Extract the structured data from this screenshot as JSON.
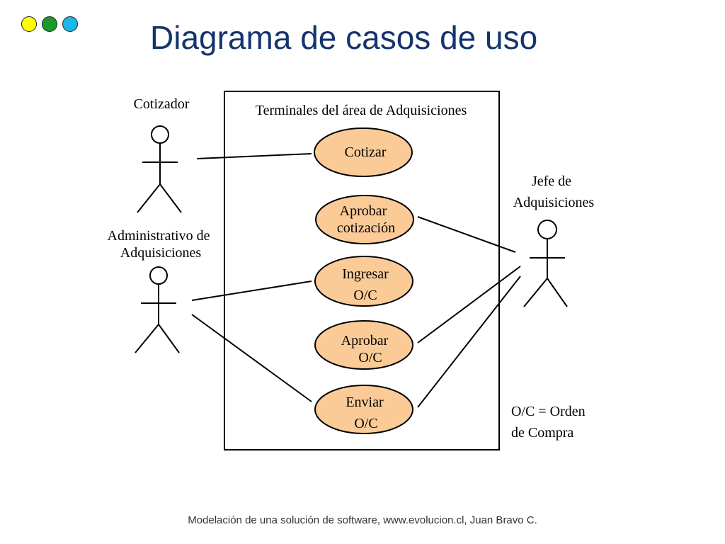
{
  "slide": {
    "title": "Diagrama de casos de uso",
    "footer": "Modelación de una solución de software, www.evolucion.cl, Juan Bravo C.",
    "dots": [
      {
        "name": "yellow-dot",
        "color": "#ffff00"
      },
      {
        "name": "green-dot",
        "color": "#1a9a2a"
      },
      {
        "name": "cyan-dot",
        "color": "#1ab8e8"
      }
    ]
  },
  "diagram": {
    "system_label": "Terminales del área de Adquisiciones",
    "actors": {
      "cotizador": {
        "line1": "Cotizador"
      },
      "administrativo": {
        "line1": "Administrativo de",
        "line2": "Adquisiciones"
      },
      "jefe": {
        "line1": "Jefe de",
        "line2": "Adquisiciones"
      }
    },
    "use_cases": {
      "cotizar": {
        "line1": "Cotizar"
      },
      "aprobar_cotizacion": {
        "line1": "Aprobar",
        "line2": "cotización"
      },
      "ingresar_oc": {
        "line1": "Ingresar",
        "line2": "O/C"
      },
      "aprobar_oc": {
        "line1": "Aprobar",
        "line2": "O/C"
      },
      "enviar_oc": {
        "line1": "Enviar",
        "line2": "O/C"
      }
    },
    "note": {
      "line1": "O/C = Orden",
      "line2": "de Compra"
    },
    "colors": {
      "use_case_fill": "#fbcb97",
      "stroke": "#000000"
    }
  }
}
